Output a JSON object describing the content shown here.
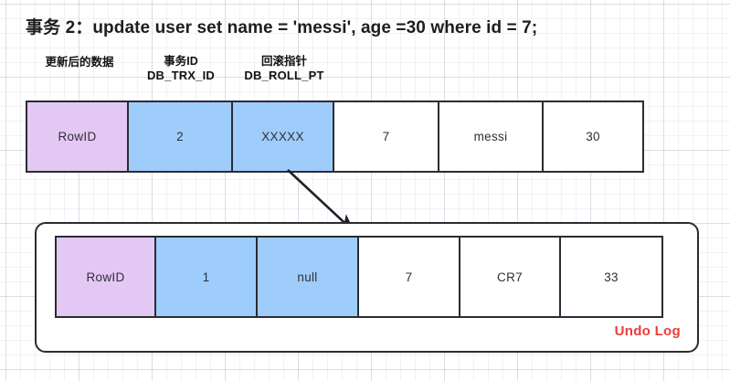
{
  "diagram": {
    "title": "事务 2：update user set name = 'messi', age =30 where id = 7;",
    "column_notes": [
      {
        "name": "updated-data",
        "cn": "更新后的数据",
        "en": ""
      },
      {
        "name": "transaction-id",
        "cn": "事务ID",
        "en": "DB_TRX_ID"
      },
      {
        "name": "rollback-pointer",
        "cn": "回滚指针",
        "en": "DB_ROLL_PT"
      }
    ],
    "main_row": {
      "name": "current-record-row",
      "cells": [
        {
          "text": "RowID",
          "fill": "purple"
        },
        {
          "text": "2",
          "fill": "blue"
        },
        {
          "text": "XXXXX",
          "fill": "blue"
        },
        {
          "text": "7",
          "fill": "white"
        },
        {
          "text": "messi",
          "fill": "white"
        },
        {
          "text": "30",
          "fill": "white"
        }
      ]
    },
    "undo_row": {
      "name": "undo-record-row",
      "cells": [
        {
          "text": "RowID",
          "fill": "purple"
        },
        {
          "text": "1",
          "fill": "blue"
        },
        {
          "text": "null",
          "fill": "blue"
        },
        {
          "text": "7",
          "fill": "white"
        },
        {
          "text": "CR7",
          "fill": "white"
        },
        {
          "text": "33",
          "fill": "white"
        }
      ]
    },
    "undo_panel_label": "Undo Log",
    "colors": {
      "rowid_fill": "#e4c8f4",
      "sys_col_fill": "#9ecdfb",
      "data_fill": "#ffffff",
      "border": "#2b2b33",
      "undo_label": "#ee3b36",
      "title": "#1d1d1d"
    }
  }
}
